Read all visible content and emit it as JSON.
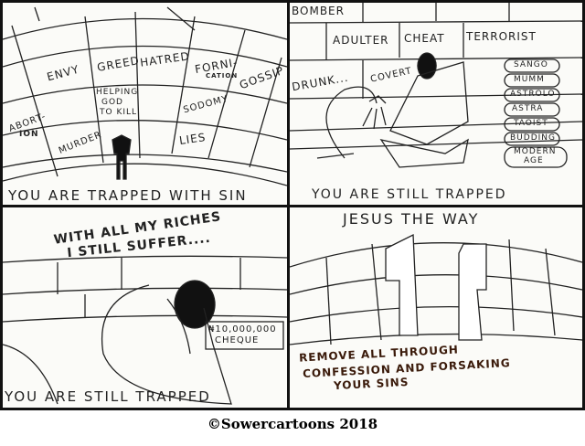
{
  "panels": [
    {
      "caption": "YOU ARE TRAPPED WITH SIN",
      "wall_labels": [
        "ENVY",
        "GREED",
        "HATRED",
        "FORNI-",
        "CATION",
        "GOSSIP",
        "ABORT-",
        "ION",
        "HELPING",
        "GOD",
        "TO KILL",
        "SODOMY",
        "MURDER",
        "LIES"
      ]
    },
    {
      "caption": "YOU ARE STILL TRAPPED",
      "wall_labels": [
        "BOMBER",
        "ADULTER",
        "CHEAT",
        "TERRORIST",
        "DRUNK...",
        "COVERT"
      ],
      "book_labels": [
        "SANGO",
        "MUMM",
        "ASTROLO",
        "ASTRA",
        "TAOIST",
        "BUDDING",
        "MODERN",
        "AGE"
      ]
    },
    {
      "speech": [
        "WITH ALL MY RICHES",
        "I STILL SUFFER...."
      ],
      "cheque": [
        "₦10,000,000",
        "CHEQUE"
      ],
      "caption": "YOU ARE STILL TRAPPED"
    },
    {
      "title": "JESUS THE WAY",
      "message": [
        "REMOVE ALL THROUGH",
        "CONFESSION AND FORSAKING",
        "YOUR SINS"
      ]
    }
  ],
  "footer": {
    "copyright": "©Sowercartoons 2018"
  }
}
